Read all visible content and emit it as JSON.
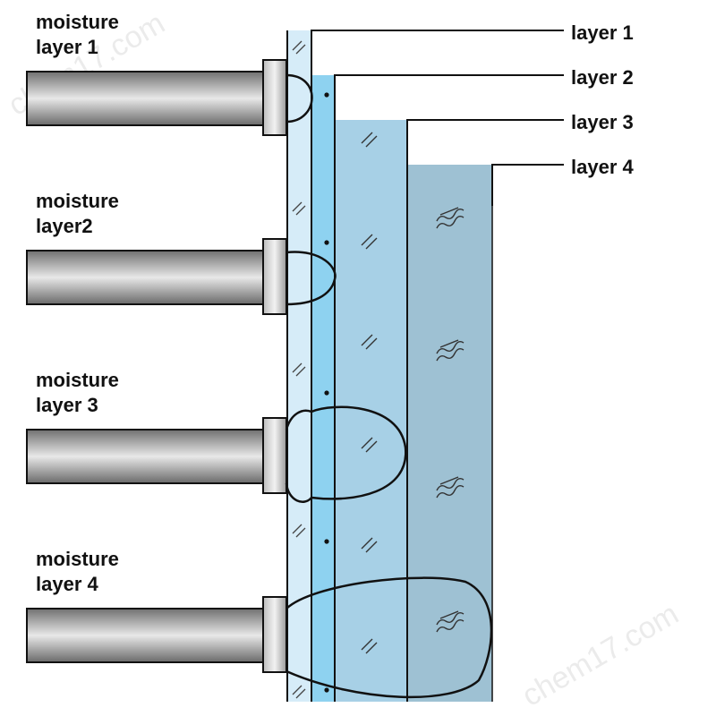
{
  "probes": [
    {
      "label_line1": "moisture",
      "label_line2": "layer 1"
    },
    {
      "label_line1": "moisture",
      "label_line2": "layer2"
    },
    {
      "label_line1": "moisture",
      "label_line2": "layer 3"
    },
    {
      "label_line1": "moisture",
      "label_line2": "layer 4"
    }
  ],
  "layers": [
    {
      "label": "layer 1"
    },
    {
      "label": "layer 2"
    },
    {
      "label": "layer 3"
    },
    {
      "label": "layer 4"
    }
  ],
  "watermark": "chem17.com",
  "colors": {
    "layer1": "#d6ecf8",
    "layer2": "#8ed2f0",
    "layer3": "#a7d0e6",
    "layer4": "#9ec1d3",
    "probe_dark": "#6f6f6f",
    "probe_light": "#e6e6e6",
    "outline": "#111111"
  }
}
